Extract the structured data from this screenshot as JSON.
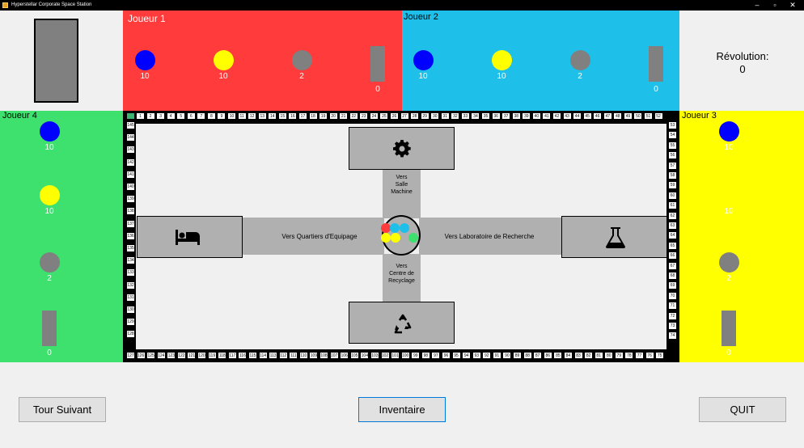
{
  "window": {
    "title": "Hyperstellar Corporate Space Station",
    "minimize": "–",
    "maximize": "▫",
    "close": "✕"
  },
  "revolution": {
    "label": "Révolution:",
    "value": "0"
  },
  "players": [
    {
      "label": "Joueur 1",
      "color": "#ff3b3b",
      "tokens": [
        {
          "color": "#0000ff",
          "count": "10"
        },
        {
          "color": "#ffff00",
          "count": "10"
        },
        {
          "color": "#808080",
          "count": "2"
        }
      ],
      "cards": "0"
    },
    {
      "label": "Joueur 2",
      "color": "#1ec0ea",
      "tokens": [
        {
          "color": "#0000ff",
          "count": "10"
        },
        {
          "color": "#ffff00",
          "count": "10"
        },
        {
          "color": "#808080",
          "count": "2"
        }
      ],
      "cards": "0"
    },
    {
      "label": "Joueur 3",
      "color": "#ffff00",
      "tokens": [
        {
          "color": "#0000ff",
          "count": "10"
        },
        {
          "color": "#ffff00",
          "count": "10"
        },
        {
          "color": "#808080",
          "count": "2"
        }
      ],
      "cards": "0"
    },
    {
      "label": "Joueur 4",
      "color": "#3ee06e",
      "tokens": [
        {
          "color": "#0000ff",
          "count": "10"
        },
        {
          "color": "#ffff00",
          "count": "10"
        },
        {
          "color": "#808080",
          "count": "2"
        }
      ],
      "cards": "0"
    }
  ],
  "board": {
    "top_cells": [
      "1",
      "2",
      "3",
      "4",
      "5",
      "6",
      "7",
      "8",
      "9",
      "10",
      "11",
      "12",
      "13",
      "14",
      "15",
      "16",
      "17",
      "18",
      "19",
      "20",
      "21",
      "22",
      "23",
      "24",
      "25",
      "26",
      "27",
      "28",
      "29",
      "30",
      "31",
      "32",
      "33",
      "34",
      "35",
      "36",
      "37",
      "38",
      "39",
      "40",
      "41",
      "42",
      "43",
      "44",
      "45",
      "46",
      "47",
      "48",
      "49",
      "50",
      "51",
      "52"
    ],
    "right_cells": [
      "53",
      "54",
      "55",
      "56",
      "57",
      "58",
      "59",
      "60",
      "61",
      "62",
      "63",
      "64",
      "65",
      "66",
      "67",
      "68",
      "69",
      "70",
      "71",
      "72",
      "73",
      "74"
    ],
    "bottom_cells": [
      "127",
      "126",
      "125",
      "124",
      "123",
      "122",
      "121",
      "120",
      "119",
      "118",
      "117",
      "116",
      "115",
      "114",
      "113",
      "112",
      "111",
      "110",
      "109",
      "108",
      "107",
      "106",
      "105",
      "104",
      "103",
      "102",
      "101",
      "100",
      "99",
      "98",
      "97",
      "96",
      "95",
      "94",
      "93",
      "92",
      "91",
      "90",
      "89",
      "88",
      "87",
      "86",
      "85",
      "84",
      "83",
      "82",
      "81",
      "80",
      "79",
      "78",
      "77",
      "76",
      "75"
    ],
    "left_cells": [
      "145",
      "144",
      "143",
      "142",
      "141",
      "140",
      "139",
      "138",
      "137",
      "136",
      "135",
      "134",
      "133",
      "132",
      "131",
      "130",
      "129",
      "128"
    ],
    "corridors": {
      "machine": "Vers\nSalle\nMachine",
      "crew": "Vers Quartiers d'Equipage",
      "lab": "Vers Laboratoire de Recherche",
      "recycle": "Vers\nCentre de\nRecyclage"
    },
    "rooms": {
      "machine_icon": "gear-icon",
      "crew_icon": "bed-icon",
      "lab_icon": "flask-icon",
      "recycle_icon": "recycle-icon"
    },
    "pawn_colors": [
      "#ff3b3b",
      "#1ec0ea",
      "#1ec0ea",
      "#ffff00",
      "#ffff00",
      "#3ee06e"
    ]
  },
  "buttons": {
    "next_turn": "Tour Suivant",
    "inventory": "Inventaire",
    "quit": "QUIT"
  }
}
